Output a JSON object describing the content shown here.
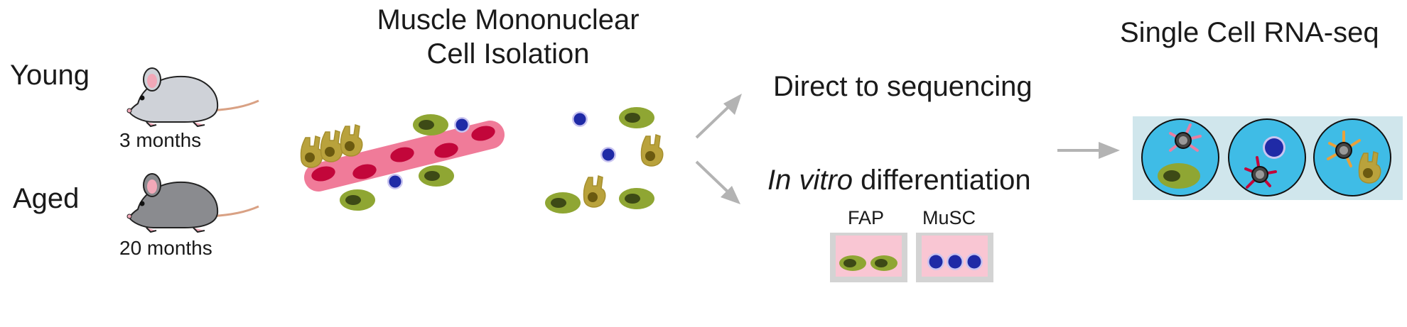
{
  "mice": {
    "young": {
      "label": "Young",
      "age": "3 months"
    },
    "aged": {
      "label": "Aged",
      "age": "20 months"
    }
  },
  "isolation": {
    "title_line1": "Muscle Mononuclear",
    "title_line2": "Cell Isolation"
  },
  "paths": {
    "direct": "Direct to sequencing",
    "invitro_italic": "In vitro",
    "invitro_rest": " differentiation"
  },
  "cultures": {
    "fap_label": "FAP",
    "musc_label": "MuSC"
  },
  "sequencing": {
    "title": "Single Cell RNA-seq"
  },
  "colors": {
    "fap_cell": "#8fa633",
    "fap_nucleus": "#3d4a16",
    "musc_cell": "#1f2aa6",
    "muscle_fiber": "#f07b99",
    "myonucleus": "#c2063a",
    "immune_cell": "#b9a23c",
    "droplet": "#3fbce6",
    "culture_well": "#f9c6d3",
    "arrow": "#b3b3b3"
  }
}
